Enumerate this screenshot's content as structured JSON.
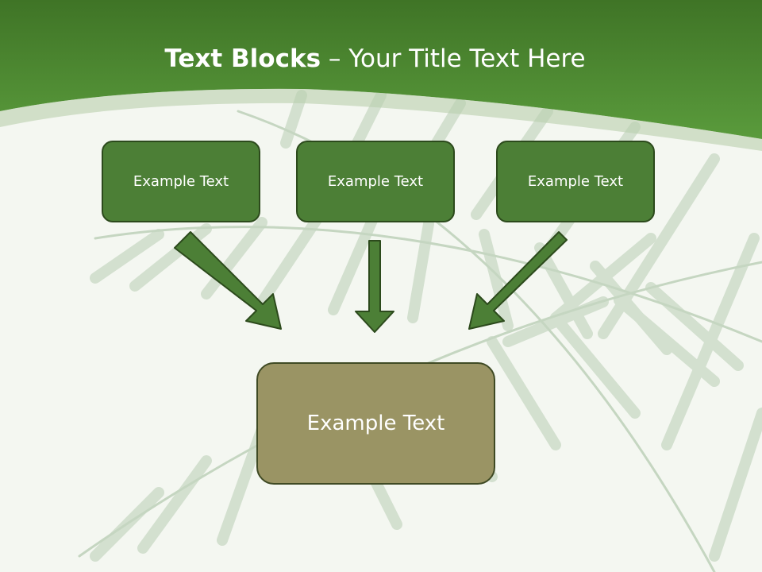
{
  "slide": {
    "title_bold": "Text Blocks",
    "title_sep": " – ",
    "title_rest": "Your Title Text Here"
  },
  "diagram": {
    "top_boxes": [
      "Example Text",
      "Example Text",
      "Example Text"
    ],
    "bottom_box": "Example Text"
  },
  "colors": {
    "header_green": "#4a8a30",
    "box_green": "#4c7f36",
    "box_olive": "#9a9464",
    "arrow_green": "#4c7f36"
  },
  "icons": [
    "palm-leaf-background",
    "arrow-down-right",
    "arrow-down",
    "arrow-down-left"
  ]
}
